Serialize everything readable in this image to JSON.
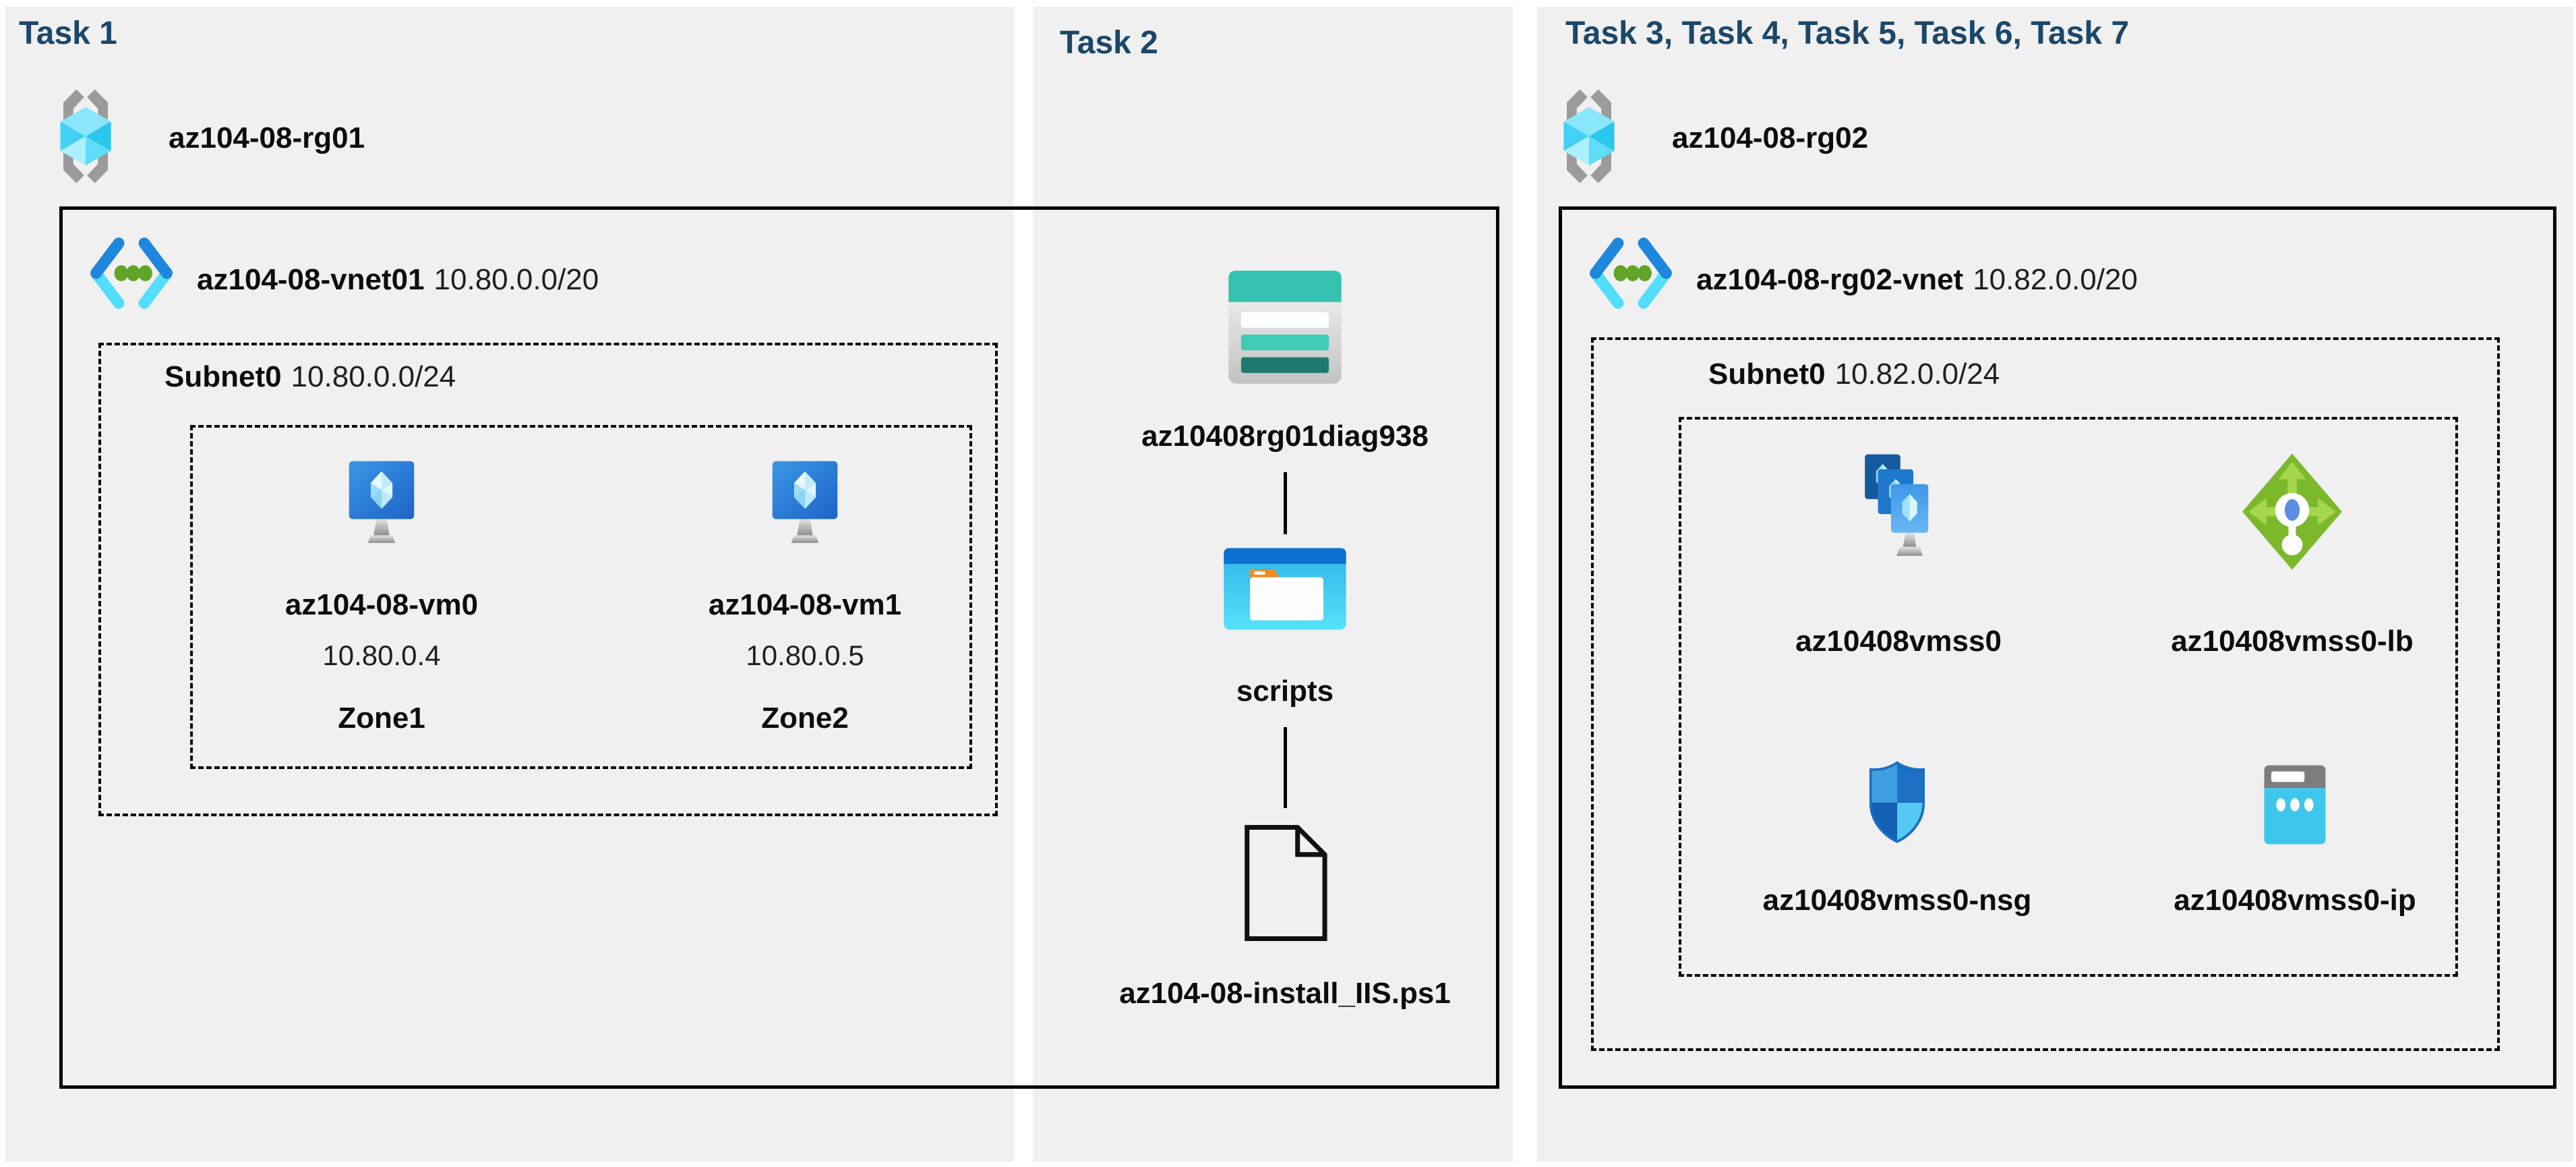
{
  "colors": {
    "title_navy": "#1b4769",
    "panel_gray": "#f0f0f1",
    "border_black": "#000000",
    "azure_blue": "#1e86dc",
    "azure_cyan": "#52defc",
    "vnet_dot_green": "#61a427",
    "lb_green": "#7cb82b",
    "storage_teal": "#35c2b0",
    "folder_orange": "#f68a1f"
  },
  "task1": {
    "title": "Task 1",
    "resource_group": {
      "name": "az104-08-rg01",
      "icon": "resource-group-icon"
    },
    "vnet": {
      "name": "az104-08-vnet01",
      "cidr": "10.80.0.0/20",
      "icon": "virtual-network-icon"
    },
    "subnet": {
      "name": "Subnet0",
      "cidr": "10.80.0.0/24"
    },
    "vms": [
      {
        "name": "az104-08-vm0",
        "ip": "10.80.0.4",
        "zone": "Zone1",
        "icon": "virtual-machine-icon"
      },
      {
        "name": "az104-08-vm1",
        "ip": "10.80.0.5",
        "zone": "Zone2",
        "icon": "virtual-machine-icon"
      }
    ]
  },
  "task2": {
    "title": "Task 2",
    "storage_account": {
      "name": "az10408rg01diag938",
      "icon": "storage-account-icon"
    },
    "container": {
      "name": "scripts",
      "icon": "blob-container-icon"
    },
    "file": {
      "name": "az104-08-install_IIS.ps1",
      "icon": "script-file-icon"
    }
  },
  "task3": {
    "title": "Task 3, Task 4, Task 5, Task 6, Task 7",
    "resource_group": {
      "name": "az104-08-rg02",
      "icon": "resource-group-icon"
    },
    "vnet": {
      "name": "az104-08-rg02-vnet",
      "cidr": "10.82.0.0/20",
      "icon": "virtual-network-icon"
    },
    "subnet": {
      "name": "Subnet0",
      "cidr": "10.82.0.0/24"
    },
    "resources": [
      {
        "name": "az10408vmss0",
        "icon": "vmss-icon"
      },
      {
        "name": "az10408vmss0-lb",
        "icon": "load-balancer-icon"
      },
      {
        "name": "az10408vmss0-nsg",
        "icon": "nsg-icon"
      },
      {
        "name": "az10408vmss0-ip",
        "icon": "public-ip-icon"
      }
    ]
  }
}
